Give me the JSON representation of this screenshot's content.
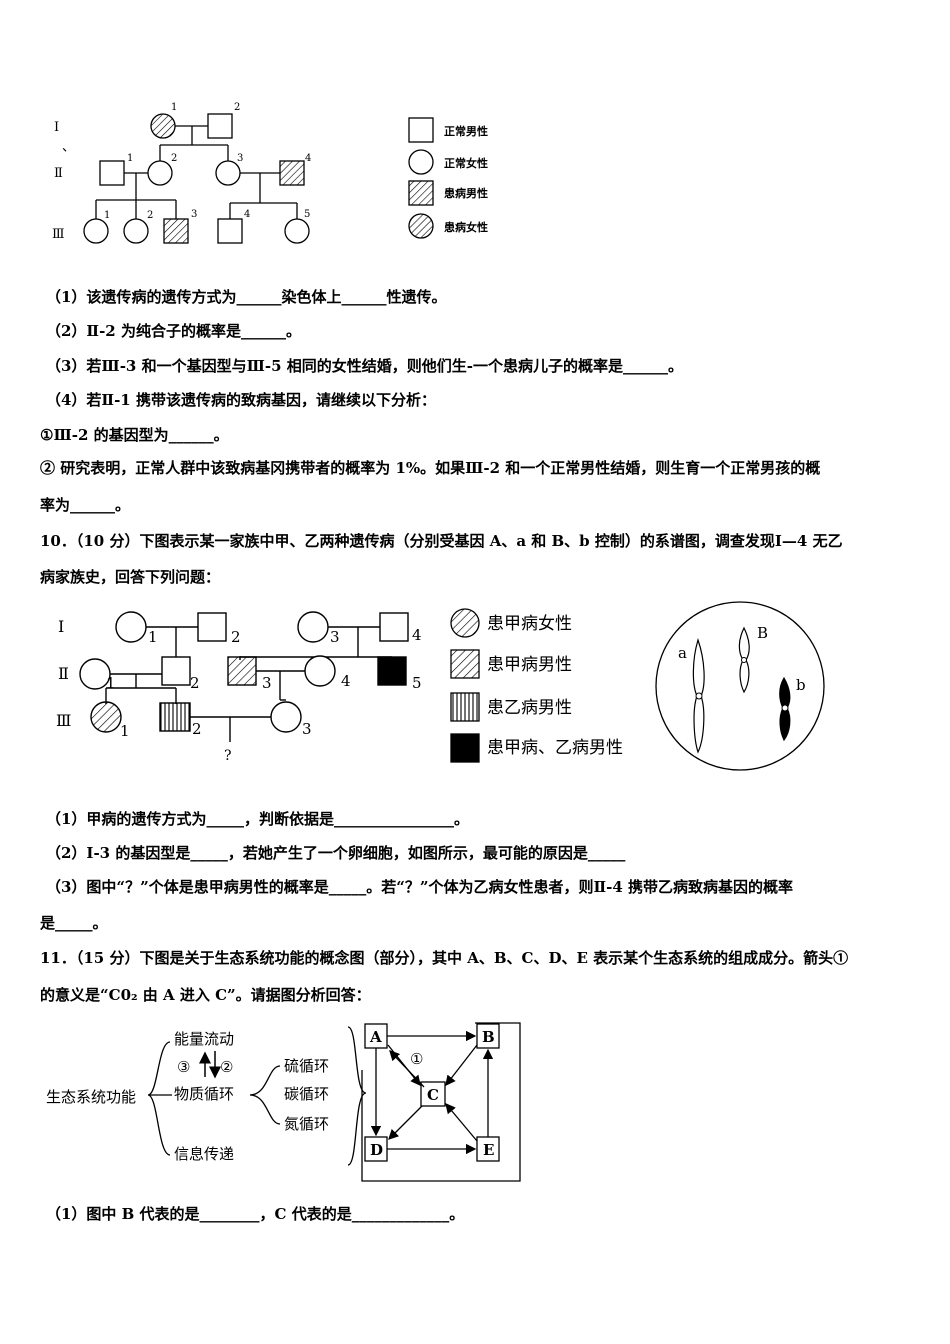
{
  "fig1": {
    "gen_labels": [
      "Ⅰ",
      "、",
      "Ⅱ",
      "Ⅲ"
    ],
    "legend": [
      "正常男性",
      "正常女性",
      "患病男性",
      "患病女性"
    ],
    "num": {
      "i1": "1",
      "i2": "2",
      "ii1": "1",
      "ii2": "2",
      "ii3": "3",
      "ii4": "4",
      "iii1": "1",
      "iii2": "2",
      "iii3": "3",
      "iii4": "4",
      "iii5": "5"
    }
  },
  "q9": {
    "l1": "（1）该遗传病的遗传方式为______染色体上______性遗传。",
    "l2": "（2）Ⅱ-2 为纯合子的概率是______。",
    "l3": "（3）若Ⅲ-3 和一个基因型与Ⅲ-5 相同的女性结婚，则他们生-一个患病儿子的概率是______。",
    "l4": "（4）若Ⅱ-1 携带该遗传病的致病基因，请继续以下分析：",
    "l5": "①Ⅲ-2 的基因型为______。",
    "l6": "② 研究表明，正常人群中该致病基冈携带者的概率为 1%。如果Ⅲ-2 和一个正常男性结婚，则生育一个正常男孩的概",
    "l7": "率为______。"
  },
  "q10": {
    "l1": "10．（10 分）下图表示某一家族中甲、乙两种遗传病（分别受基因 A、a 和 B、b 控制）的系谱图，调查发现Ⅰ—4 无乙",
    "l2": "病家族史，回答下列问题：",
    "gen_labels": [
      "Ⅰ",
      "Ⅱ",
      "Ⅲ"
    ],
    "legend": [
      "患甲病女性",
      "患甲病男性",
      "患乙病男性",
      "患甲病、乙病男性"
    ],
    "question_mark": "?",
    "num": {
      "i1": "1",
      "i2": "2",
      "i3": "3",
      "i4": "4",
      "ii1": "1",
      "ii2": "2",
      "ii3": "3",
      "ii4": "4",
      "ii5": "5",
      "iii1": "1",
      "iii2": "2",
      "iii3": "3"
    },
    "cell_labels": {
      "a": "a",
      "B": "B",
      "b": "b"
    },
    "q1": "（1）甲病的遗传方式为_____，判断依据是________________。",
    "q2": "（2）Ⅰ-3 的基因型是_____，若她产生了一个卵细胞，如图所示，最可能的原因是_____",
    "q3": "（3）图中“？”个体是患甲病男性的概率是_____。若“？”个体为乙病女性患者，则Ⅱ-4 携带乙病致病基因的概率",
    "q4": "是_____。"
  },
  "q11": {
    "l1": "11．（15 分）下图是关于生态系统功能的概念图（部分），其中 A、B、C、D、E 表示某个生态系统的组成成分。箭头①",
    "l2": "的意义是“C0₂ 由 A 进入 C”。请据图分析回答：",
    "diagram": {
      "root": "生态系统功能",
      "energy": "能量流动",
      "matter": "物质循环",
      "info": "信息传递",
      "arrow3": "③",
      "arrow2": "②",
      "cycles": [
        "硫循环",
        "碳循环",
        "氮循环"
      ],
      "nodes": [
        "A",
        "B",
        "C",
        "D",
        "E"
      ],
      "arrow1": "①"
    },
    "q1": "（1）图中 B 代表的是________，C 代表的是_____________。"
  }
}
